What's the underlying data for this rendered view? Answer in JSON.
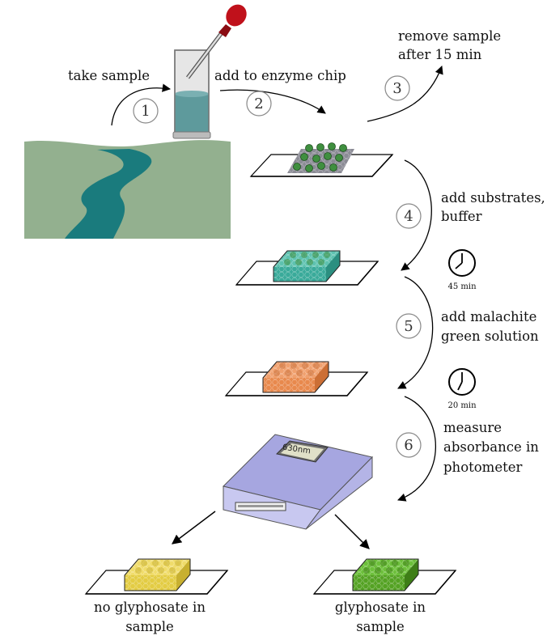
{
  "labels": {
    "take_sample": "take sample",
    "add_to_chip": "add to enzyme chip",
    "remove_sample_1": "remove sample",
    "remove_sample_2": "after 15 min",
    "add_substrates_1": "add substrates,",
    "add_substrates_2": "buffer",
    "add_malachite_1": "add malachite",
    "add_malachite_2": "green solution",
    "measure_1": "measure",
    "measure_2": "absorbance in",
    "measure_3": "photometer",
    "no_glyphosate_1": "no glyphosate in",
    "no_glyphosate_2": "sample",
    "glyphosate_1": "glyphosate in",
    "glyphosate_2": "sample"
  },
  "steps": [
    "1",
    "2",
    "3",
    "4",
    "5",
    "6"
  ],
  "timers": {
    "t1": "45 min",
    "t2": "20 min"
  },
  "photometer": {
    "wavelength": "630nm"
  },
  "colors": {
    "land": "#93b08f",
    "river": "#1a7b7d",
    "liquid": "#5e9a9c",
    "pipette_bulb": "#c0111b",
    "bead": "#3f8f3f",
    "chip_teal": "#3aaa9a",
    "chip_orange": "#e8894d",
    "chip_yellow": "#e3cc43",
    "chip_green": "#54a223",
    "photometer_top": "#a6a6e0",
    "photometer_side": "#c8c8f0"
  }
}
